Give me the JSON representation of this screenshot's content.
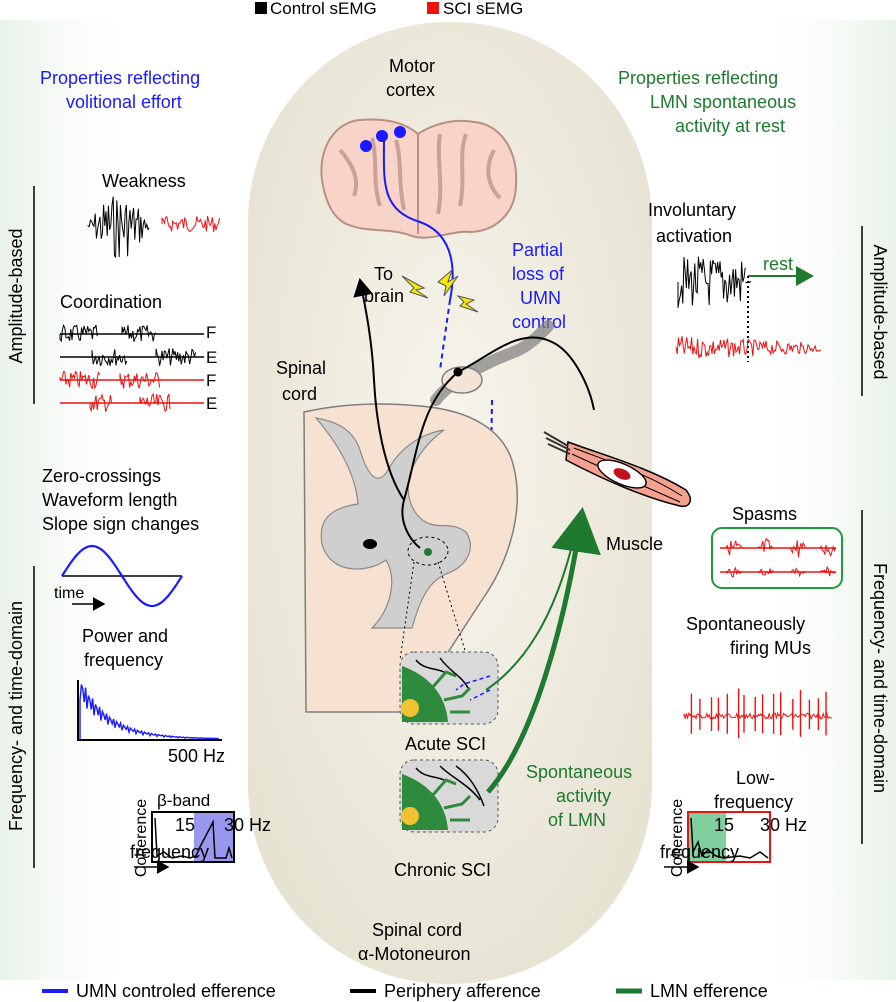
{
  "legend_top": {
    "control": "Control sEMG",
    "sci": "SCI sEMG"
  },
  "left": {
    "heading_line1": "Properties reflecting",
    "heading_line2": "volitional effort",
    "axis_amplitude": "Amplitude-based",
    "axis_freq": "Frequency- and time-domain",
    "weakness": "Weakness",
    "coordination": "Coordination",
    "coord_labels": [
      "F",
      "E",
      "F",
      "E"
    ],
    "zc_line1": "Zero-crossings",
    "zc_line2": "Waveform length",
    "zc_line3": "Slope sign changes",
    "time": "time",
    "power_line1": "Power and",
    "power_line2": "frequency",
    "hz500": "500 Hz",
    "beta": "β-band",
    "coherence": "Coherence",
    "tick15": "15",
    "tick30": "30 Hz",
    "frequency": "frequency"
  },
  "center": {
    "motor1": "Motor",
    "motor2": "cortex",
    "to1": "To",
    "to2": "brain",
    "partial1": "Partial",
    "partial2": "loss of",
    "partial3": "UMN",
    "partial4": "control",
    "spinal1": "Spinal",
    "spinal2": "cord",
    "muscle": "Muscle",
    "acute": "Acute SCI",
    "chronic": "Chronic SCI",
    "spont1": "Spontaneous",
    "spont2": "activity",
    "spont3": "of LMN",
    "bottom1": "Spinal cord",
    "bottom2": "α-Motoneuron"
  },
  "right": {
    "heading_line1": "Properties reflecting",
    "heading_line2": "LMN spontaneous",
    "heading_line3": "activity at rest",
    "axis_amplitude": "Amplitude-based",
    "axis_freq": "Frequency- and time-domain",
    "inv1": "Involuntary",
    "inv2": "activation",
    "rest": "rest",
    "spasms": "Spasms",
    "smu1": "Spontaneously",
    "smu2": "firing MUs",
    "low1": "Low-",
    "low2": "frequency",
    "coherence": "Coherence",
    "tick15": "15",
    "tick30": "30 Hz",
    "frequency": "frequency"
  },
  "legend_bottom": {
    "umn": "UMN controled efference",
    "periphery": "Periphery afference",
    "lmn": "LMN efference"
  },
  "colors": {
    "umn_blue": "#1a1aff",
    "lmn_green": "#1e7a2e",
    "sci_red": "#ee1111",
    "beta_band": "#9a98ee",
    "low_band": "#7fcf9f"
  }
}
